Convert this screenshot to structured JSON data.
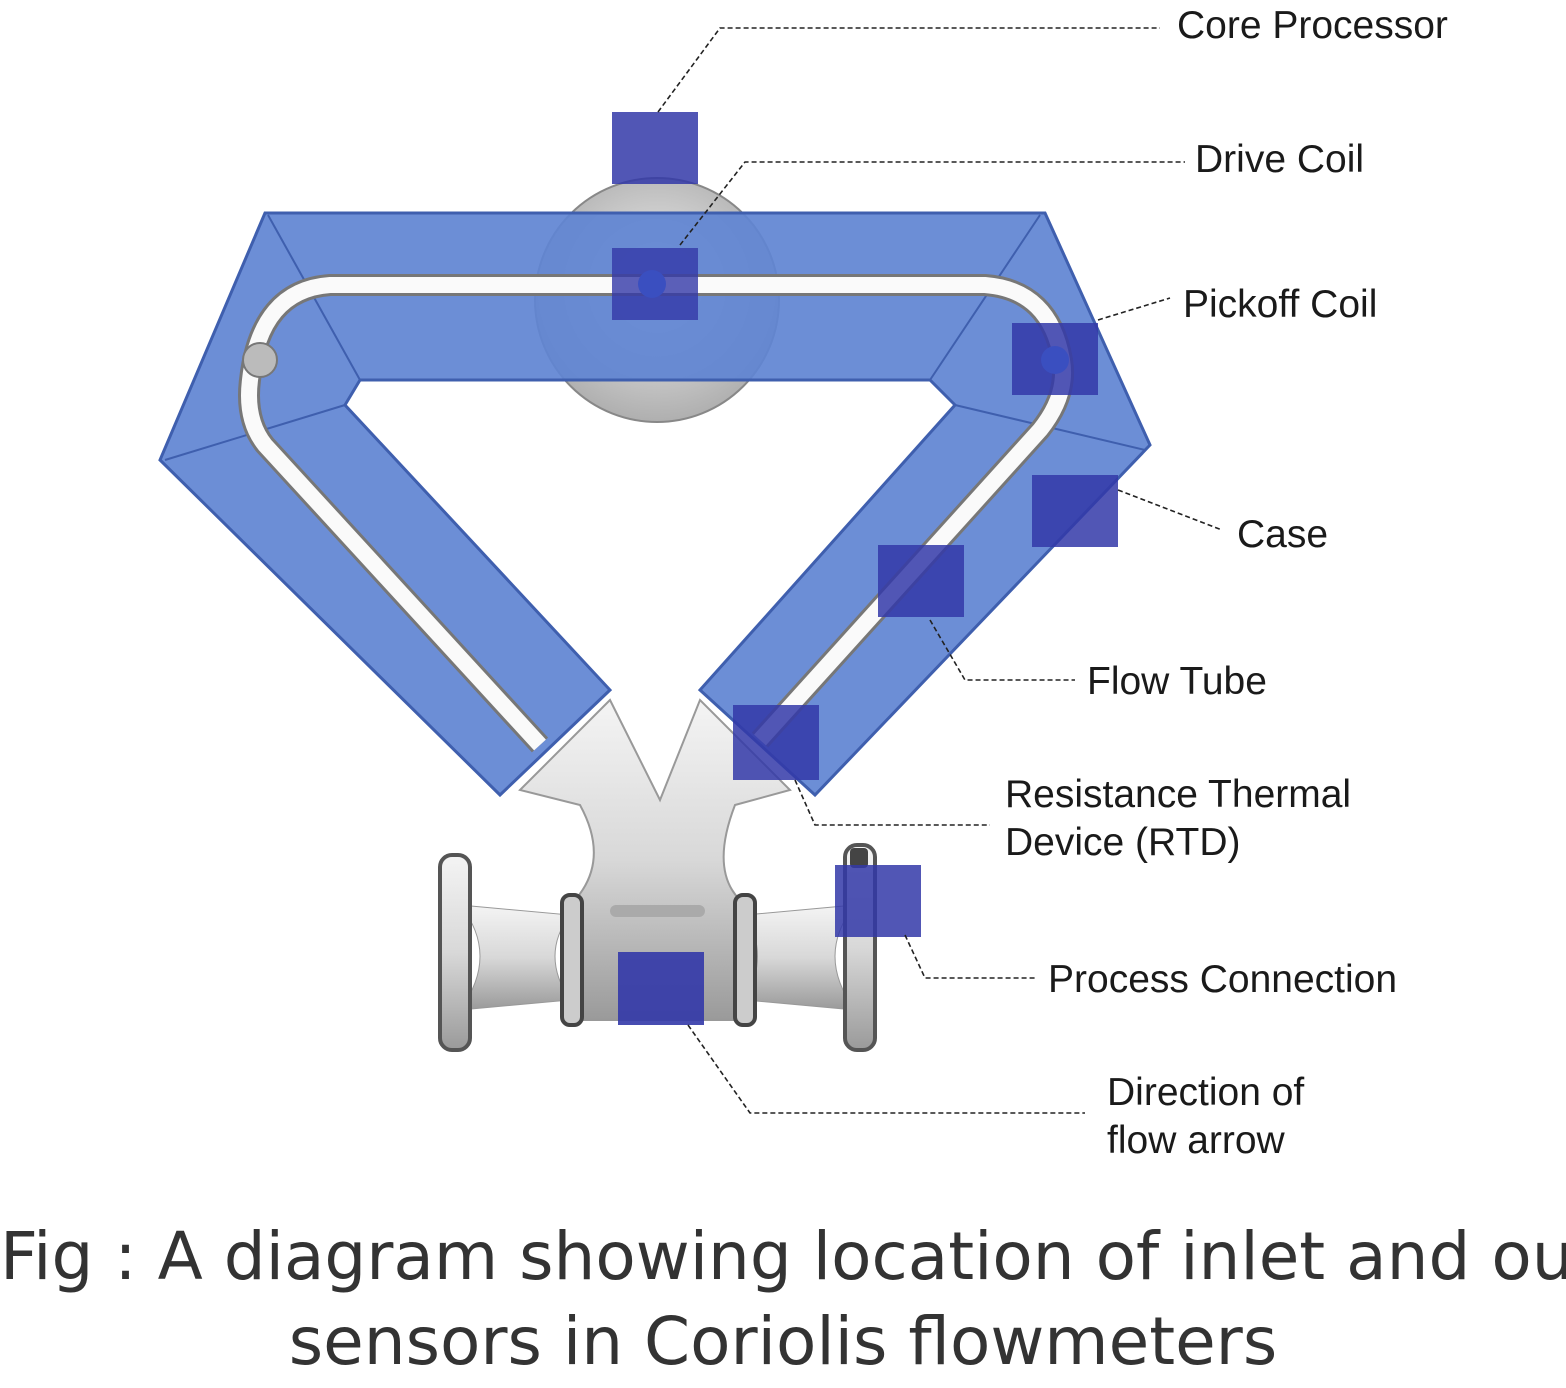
{
  "labels": {
    "core_processor": "Core Processor",
    "drive_coil": "Drive Coil",
    "pickoff_coil": "Pickoff Coil",
    "case": "Case",
    "flow_tube": "Flow Tube",
    "rtd_line1": "Resistance Thermal",
    "rtd_line2": "Device (RTD)",
    "process_connection": "Process Connection",
    "flow_arrow_line1": "Direction of",
    "flow_arrow_line2": "flow arrow"
  },
  "caption": {
    "line1": "Fig : A diagram showing location of inlet and outlet",
    "line2": "sensors in Coriolis flowmeters"
  },
  "colors": {
    "frame": "#5f84d2",
    "frame_edge": "#3f5fae",
    "sensor": "#3338a8",
    "sensor_alt": "#5b49b0",
    "metal": "#d6d6d6"
  }
}
